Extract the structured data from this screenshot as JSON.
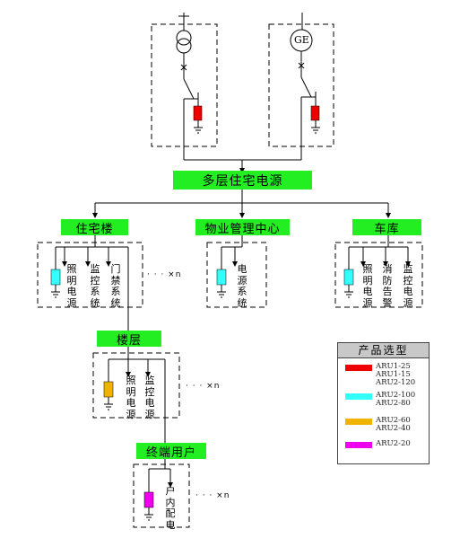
{
  "nodes": {
    "main_power": "多层住宅电源",
    "residential": "住宅楼",
    "property_center": "物业管理中心",
    "garage": "车库",
    "floor": "楼层",
    "end_user": "终端用户",
    "generator": "GE"
  },
  "loads": {
    "res_lighting": "照明电源",
    "res_monitor": "监控系统",
    "res_access": "门禁系统",
    "prop_power": "电源系统",
    "gar_lighting": "照明电源",
    "gar_fire": "消防告警",
    "gar_monitor": "监控电源",
    "floor_lighting": "照明电源",
    "floor_monitor": "监控电源",
    "user_dist": "户内配电"
  },
  "multiplier": "· · · ×n",
  "legend": {
    "title": "产品选型",
    "items": [
      {
        "color": "#ee0000",
        "lines": [
          "ARU1-25",
          "ARU1-15",
          "ARU2-120"
        ]
      },
      {
        "color": "#33ffff",
        "lines": [
          "ARU2-100",
          "ARU2-80"
        ]
      },
      {
        "color": "#f0b400",
        "lines": [
          "ARU2-60",
          "ARU2-40"
        ]
      },
      {
        "color": "#ee00ee",
        "lines": [
          "ARU2-20"
        ]
      }
    ]
  },
  "colors": {
    "label_fill": "#22ee22",
    "spd_red": "#ee0000",
    "spd_cyan": "#33ffff",
    "spd_orange": "#f0b400",
    "spd_magenta": "#ee00ee"
  },
  "icons": [
    "transformer-icon",
    "generator-icon",
    "ground-icon",
    "switch-icon",
    "breaker-x-icon"
  ]
}
